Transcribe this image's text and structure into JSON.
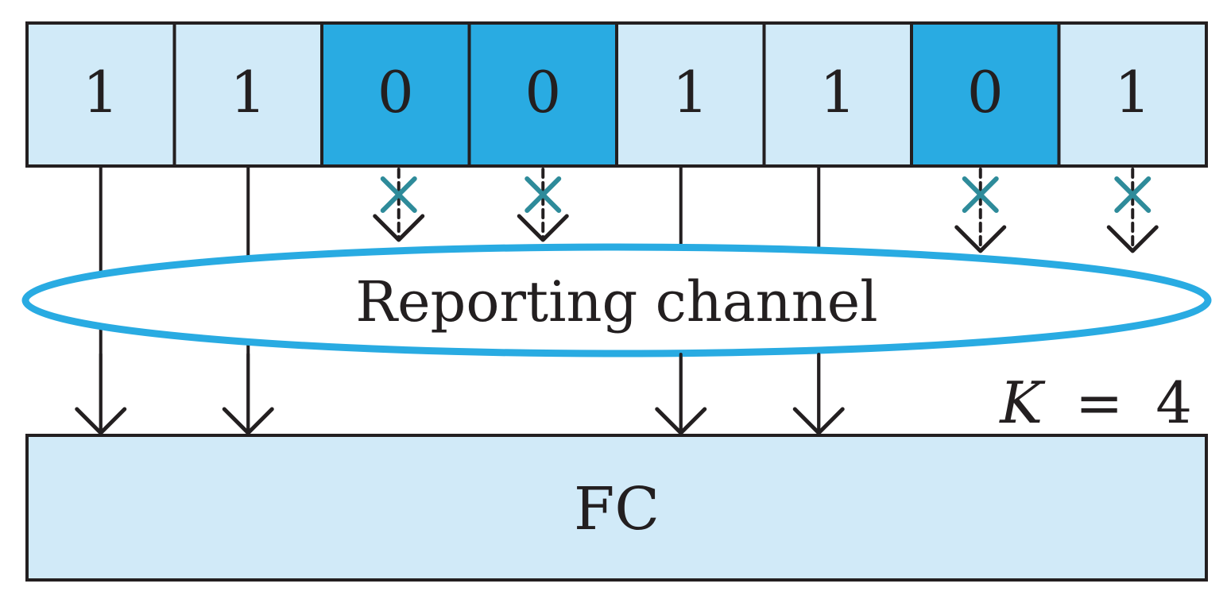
{
  "bits": [
    "1",
    "1",
    "0",
    "0",
    "1",
    "1",
    "0",
    "1"
  ],
  "channel": {
    "label": "Reporting channel"
  },
  "fusion_center": {
    "label": "FC"
  },
  "k_label": {
    "var": "K",
    "op": "=",
    "value": "4"
  },
  "reported": [
    true,
    true,
    false,
    false,
    true,
    true,
    false,
    false
  ],
  "colors": {
    "bit_one_fill": "#d1eaf8",
    "bit_zero_fill": "#29abe2",
    "outline": "#231f20",
    "channel_stroke": "#29abe2",
    "cross": "#2e8b9a",
    "fc_fill": "#d1eaf8"
  }
}
